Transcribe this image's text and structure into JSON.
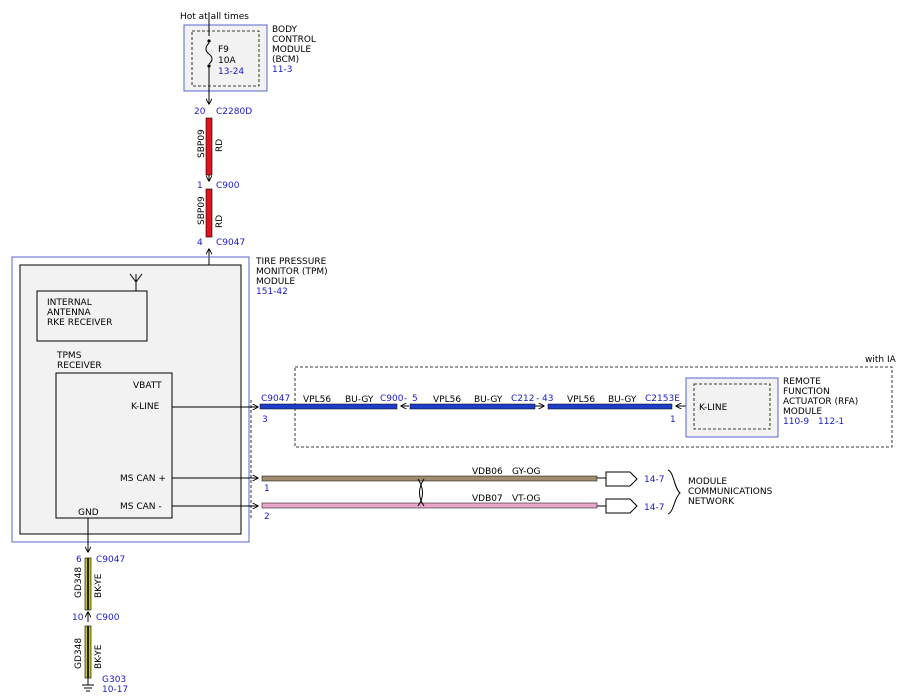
{
  "hot_label": "Hot at all times",
  "bcm": {
    "name_lines": [
      "BODY",
      "CONTROL",
      "MODULE",
      "(BCM)"
    ],
    "ref": "11-3",
    "fuse_name": "F9",
    "fuse_rating": "10A",
    "fuse_ref": "13-24"
  },
  "power_path": {
    "pin_c2280d": "20",
    "conn_c2280d": "C2280D",
    "circuit1": "SBP09",
    "color1": "RD",
    "pin_c900": "1",
    "conn_c900": "C900",
    "circuit2": "SBP09",
    "color2": "RD",
    "pin_c9047": "4",
    "conn_c9047": "C9047"
  },
  "tpm": {
    "name_lines": [
      "TIRE PRESSURE",
      "MONITOR (TPM)",
      "MODULE"
    ],
    "ref": "151-42",
    "antenna_lines": [
      "INTERNAL",
      "ANTENNA",
      "RKE RECEIVER"
    ],
    "receiver_lines": [
      "TPMS",
      "RECEIVER"
    ],
    "vbatt": "VBATT",
    "kline": "K-LINE",
    "mscan_plus": "MS CAN +",
    "mscan_minus": "MS CAN -",
    "gnd": "GND"
  },
  "kline_path": {
    "with_ia": "with IA",
    "conn_start": "C9047",
    "pin_start": "3",
    "seg1_circuit": "VPL56",
    "seg1_color": "BU-GY",
    "conn_c900": "C900",
    "dash1": "-",
    "pin_c900": "5",
    "seg2_circuit": "VPL56",
    "seg2_color": "BU-GY",
    "conn_c212": "C212",
    "dash2": "-",
    "pin_c212": "43",
    "seg3_circuit": "VPL56",
    "seg3_color": "BU-GY",
    "conn_c2153e": "C2153E",
    "pin_c2153e": "1"
  },
  "rfa": {
    "name_lines": [
      "REMOTE",
      "FUNCTION",
      "ACTUATOR (RFA)",
      "MODULE"
    ],
    "ref1": "110-9",
    "ref2": "112-1",
    "pin_label": "K-LINE"
  },
  "can": {
    "pin_plus": "1",
    "plus_circuit": "VDB06",
    "plus_color": "GY-OG",
    "plus_ref": "14-7",
    "pin_minus": "2",
    "minus_circuit": "VDB07",
    "minus_color": "VT-OG",
    "minus_ref": "14-7",
    "network_lines": [
      "MODULE",
      "COMMUNICATIONS",
      "NETWORK"
    ]
  },
  "ground_path": {
    "pin_c9047": "6",
    "conn_c9047": "C9047",
    "circuit1": "GD348",
    "color1": "BK-YE",
    "pin_c900": "10",
    "conn_c900": "C900",
    "circuit2": "GD348",
    "color2": "BK-YE",
    "ground": "G303",
    "ground_ref": "10-17"
  },
  "colors": {
    "red_wire": "#e0141e",
    "blue_wire": "#1e3ec8",
    "can_plus": "#a08c6e",
    "can_minus": "#e8a6c8",
    "ground_wire": "#c8c814",
    "outline_blue": "#5a64d2"
  }
}
